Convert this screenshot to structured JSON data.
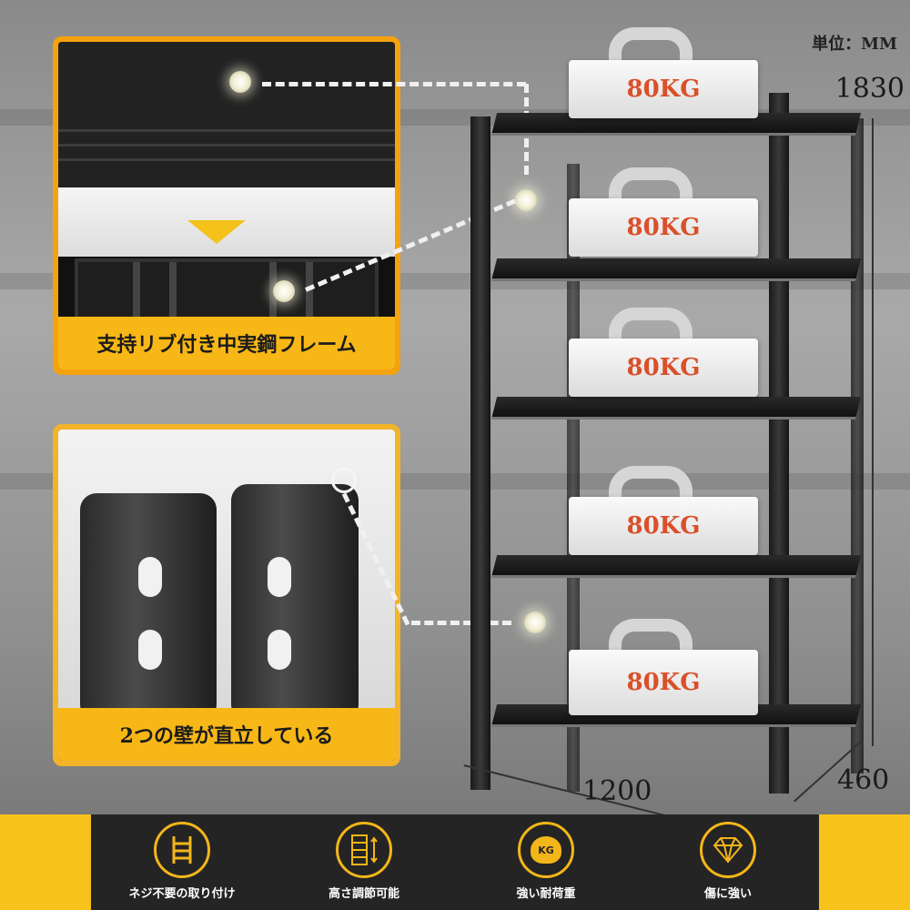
{
  "unit_label": "単位：MM",
  "dimensions": {
    "height": "1830",
    "width": "1200",
    "depth": "460"
  },
  "callouts": {
    "frame_caption": "支持リブ付き中実鋼フレーム",
    "upright_caption": "2つの壁が直立している"
  },
  "weights": [
    {
      "label": "80KG"
    },
    {
      "label": "80KG"
    },
    {
      "label": "80KG"
    },
    {
      "label": "80KG"
    },
    {
      "label": "80KG"
    }
  ],
  "features": [
    {
      "icon": "ladder-icon",
      "label": "ネジ不要の取り付け"
    },
    {
      "icon": "rack-height-icon",
      "label": "高さ調節可能"
    },
    {
      "icon": "kettlebell-icon",
      "icon_text": "KG",
      "label": "強い耐荷重"
    },
    {
      "icon": "diamond-icon",
      "label": "傷に強い"
    }
  ],
  "colors": {
    "accent": "#f8c21d",
    "panel_border": "#f4a20d",
    "weight_text": "#d9502a",
    "dark": "#242424"
  }
}
